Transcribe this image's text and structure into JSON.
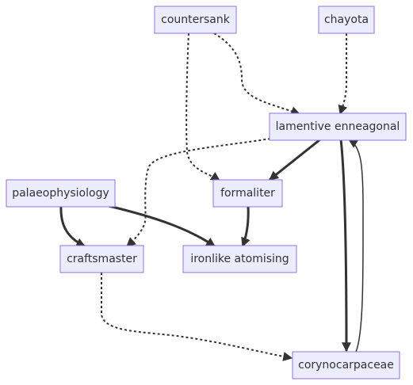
{
  "nodes": {
    "countersank": {
      "label": "countersank"
    },
    "chayota": {
      "label": "chayota"
    },
    "lamentive_enneagonal": {
      "label": "lamentive enneagonal"
    },
    "palaeophysiology": {
      "label": "palaeophysiology"
    },
    "formaliter": {
      "label": "formaliter"
    },
    "craftsmaster": {
      "label": "craftsmaster"
    },
    "ironlike_atomising": {
      "label": "ironlike atomising"
    },
    "corynocarpaceae": {
      "label": "corynocarpaceae"
    }
  },
  "edges": [
    {
      "from": "countersank",
      "to": "lamentive_enneagonal",
      "style": "dotted"
    },
    {
      "from": "countersank",
      "to": "formaliter",
      "style": "dotted"
    },
    {
      "from": "chayota",
      "to": "lamentive_enneagonal",
      "style": "dotted"
    },
    {
      "from": "lamentive_enneagonal",
      "to": "formaliter",
      "style": "solid"
    },
    {
      "from": "lamentive_enneagonal",
      "to": "craftsmaster",
      "style": "dotted"
    },
    {
      "from": "lamentive_enneagonal",
      "to": "corynocarpaceae",
      "style": "solid"
    },
    {
      "from": "corynocarpaceae",
      "to": "lamentive_enneagonal",
      "style": "thin"
    },
    {
      "from": "palaeophysiology",
      "to": "craftsmaster",
      "style": "solid"
    },
    {
      "from": "palaeophysiology",
      "to": "ironlike_atomising",
      "style": "solid"
    },
    {
      "from": "formaliter",
      "to": "ironlike_atomising",
      "style": "solid"
    },
    {
      "from": "craftsmaster",
      "to": "corynocarpaceae",
      "style": "dotted"
    }
  ],
  "colors": {
    "node_fill": "#ECECFF",
    "node_border": "#9370DB",
    "edge": "#333333",
    "text": "#333333"
  }
}
